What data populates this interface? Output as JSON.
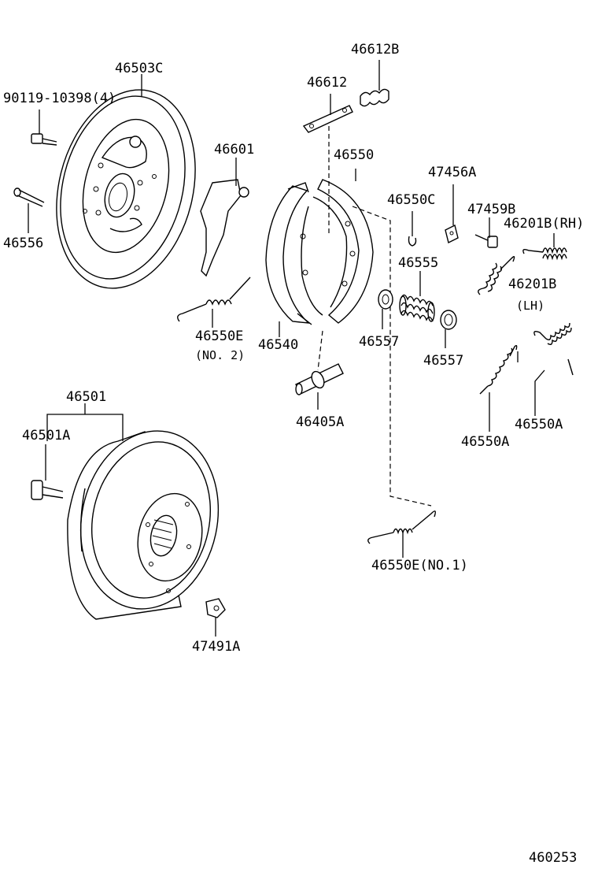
{
  "labels": {
    "p46503C": "46503C",
    "p90119": "90119-10398(4)",
    "p46556": "46556",
    "p46612": "46612",
    "p46612B": "46612B",
    "p46601": "46601",
    "p46550": "46550",
    "p47456A": "47456A",
    "p46550C": "46550C",
    "p47459B": "47459B",
    "p46201B_rh": "46201B(RH)",
    "p46555": "46555",
    "p46201B": "46201B",
    "lh": "(LH)",
    "p46550E_no2": "46550E",
    "no2": "(NO. 2)",
    "p46540": "46540",
    "p46557_a": "46557",
    "p46557_b": "46557",
    "p46405A": "46405A",
    "p46550A_a": "46550A",
    "p46550A_b": "46550A",
    "p46501": "46501",
    "p46501A": "46501A",
    "p46550E_no1": "46550E(NO.1)",
    "p47491A": "47491A",
    "ref": "460253"
  }
}
